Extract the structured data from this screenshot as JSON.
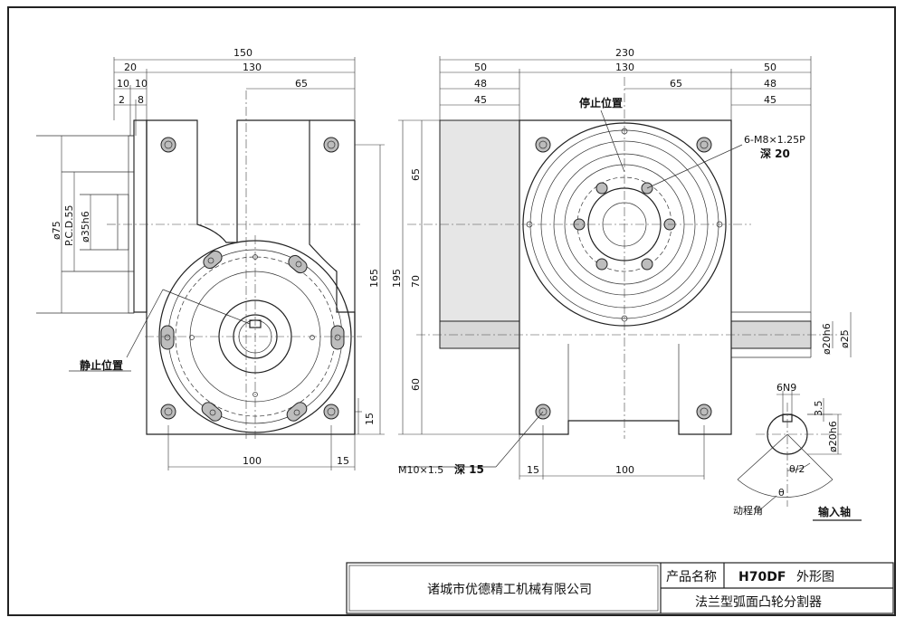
{
  "title_block": {
    "company": "诸城市优德精工机械有限公司",
    "product_label": "产品名称",
    "model": "H70DF",
    "drawing_type": "外形图",
    "product_name": "法兰型弧面凸轮分割器"
  },
  "labels": {
    "static_position": "静止位置",
    "stop_position": "停止位置",
    "input_shaft": "输入轴",
    "motion_angle": "动程角",
    "tap_spec": "6-M8×1.25P",
    "tap_depth": "深 20",
    "bolt_spec": "M10×1.5",
    "bolt_depth": "深 15",
    "keyway": "6N9",
    "key_depth": "3.5",
    "theta": "θ",
    "theta_half": "θ/2"
  },
  "side_view": {
    "overall_width": "150",
    "flange_width": "20",
    "body_width": "130",
    "center_offset": "65",
    "dim_10a": "10",
    "dim_10b": "10",
    "dim_2": "2",
    "dim_8": "8",
    "dia_75": "ø75",
    "pcd_55": "P.C.D.55",
    "dia_35h6": "ø35h6",
    "height_165": "165",
    "height_15": "15",
    "bottom_100": "100",
    "bottom_15": "15"
  },
  "front_view": {
    "overall_width": "230",
    "left_50": "50",
    "left_48": "48",
    "left_45": "45",
    "body_130": "130",
    "half_65": "65",
    "right_50": "50",
    "right_48": "48",
    "right_45": "45",
    "height_195": "195",
    "v_65": "65",
    "v_70": "70",
    "v_60": "60",
    "shaft_20h6": "ø20h6",
    "shaft_25": "ø25",
    "bottom_15": "15",
    "bottom_100": "100",
    "input_20h6": "ø20h6"
  }
}
